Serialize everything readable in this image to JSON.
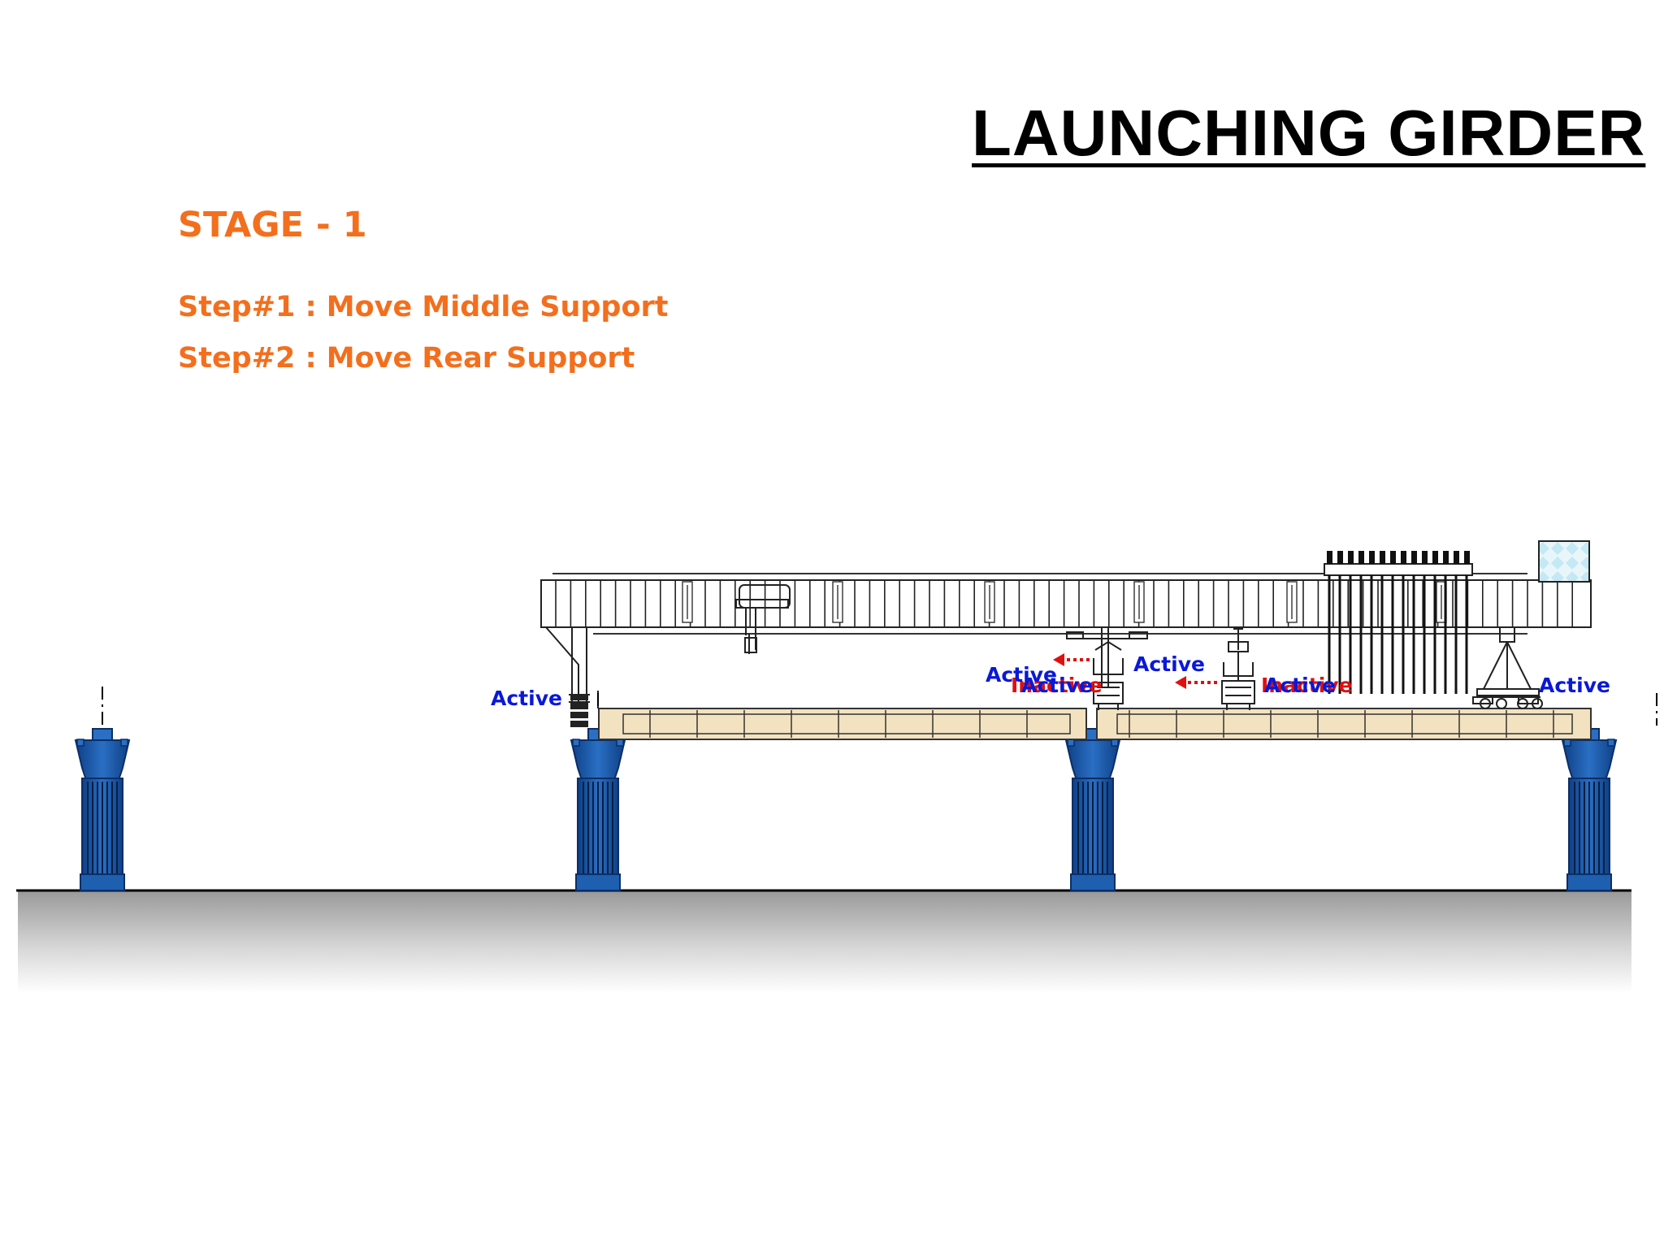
{
  "title": "LAUNCHING GIRDER",
  "stage": "STAGE - 1",
  "steps": [
    "Step#1 : Move Middle Support",
    "Step#2 : Move Rear Support"
  ],
  "labels": {
    "active": "Active",
    "inactive": "Inactive"
  },
  "colors": {
    "accent": "#f36f1d",
    "active": "#0a18d8",
    "inactive": "#e01010",
    "pier": "#1f5fb0",
    "segment": "#f3e2c0",
    "arrow": "#e01010"
  }
}
